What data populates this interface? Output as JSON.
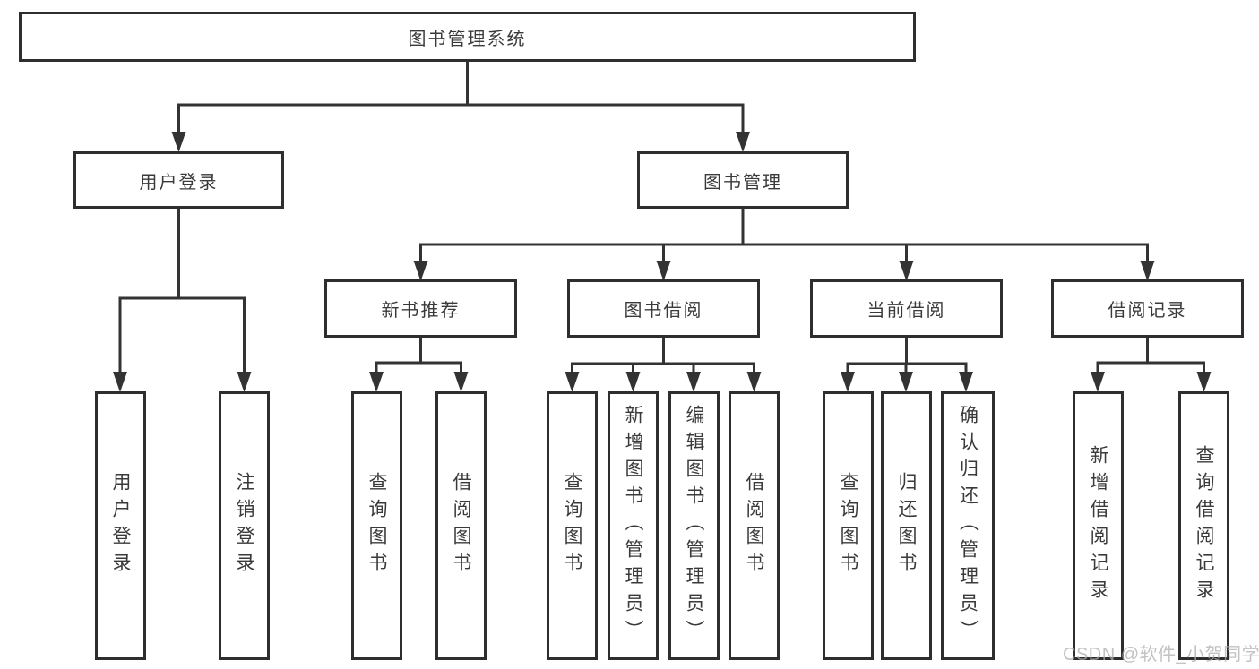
{
  "root": {
    "label": "图书管理系统"
  },
  "level2": [
    {
      "label": "用户登录"
    },
    {
      "label": "图书管理"
    }
  ],
  "level3": [
    {
      "label": "新书推荐"
    },
    {
      "label": "图书借阅"
    },
    {
      "label": "当前借阅"
    },
    {
      "label": "借阅记录"
    }
  ],
  "leaves": {
    "user_login_group": [
      {
        "label": "用户登录"
      },
      {
        "label": "注销登录"
      }
    ],
    "new_book_group": [
      {
        "label": "查询图书"
      },
      {
        "label": "借阅图书"
      }
    ],
    "book_borrow_group": [
      {
        "label": "查询图书"
      },
      {
        "label": "新增图书（管理员）"
      },
      {
        "label": "编辑图书（管理员）"
      },
      {
        "label": "借阅图书"
      }
    ],
    "current_borrow_group": [
      {
        "label": "查询图书"
      },
      {
        "label": "归还图书"
      },
      {
        "label": "确认归还（管理员）"
      }
    ],
    "borrow_record_group": [
      {
        "label": "新增借阅记录"
      },
      {
        "label": "查询借阅记录"
      }
    ]
  },
  "watermark": {
    "text": "CSDN @软件_小贺同学",
    "color": "#aeaeae"
  },
  "colors": {
    "line": "#333333",
    "arrow": "#333333",
    "box_border": "#2e2e2e",
    "box_fill": "#ffffff",
    "background": "#ffffff"
  }
}
